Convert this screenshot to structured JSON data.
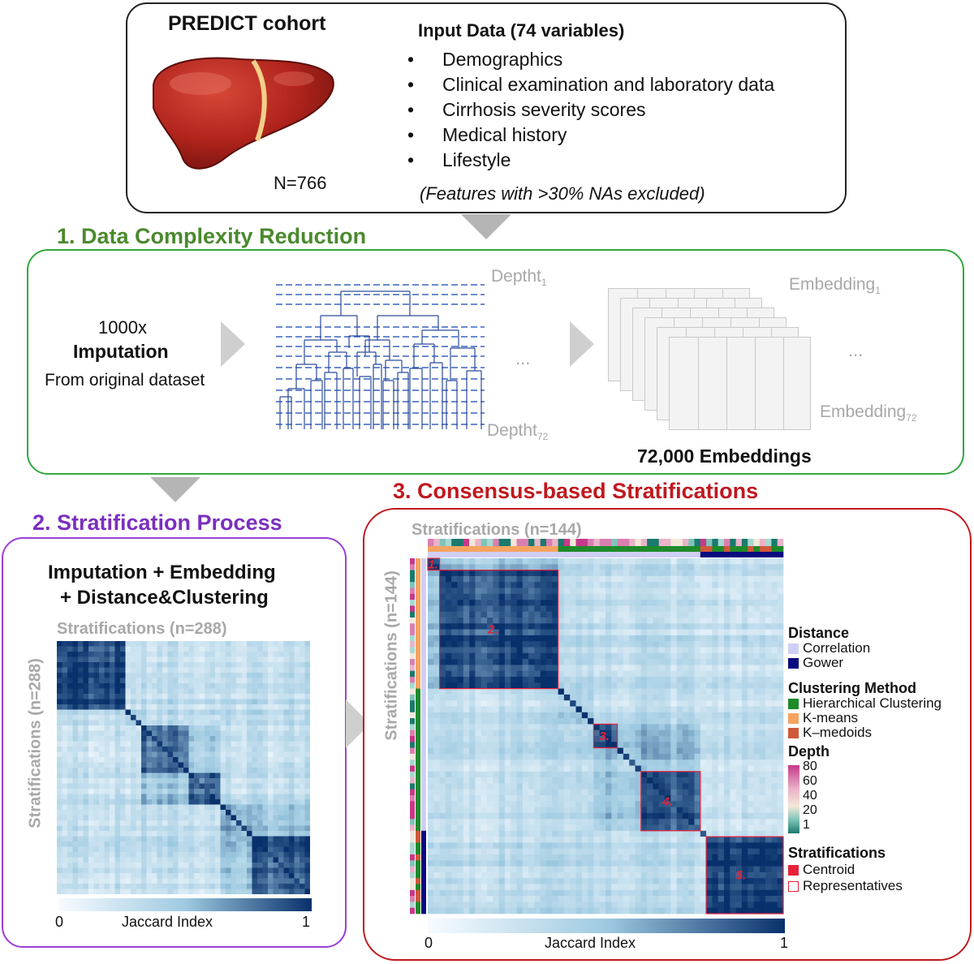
{
  "cohort": {
    "title": "PREDICT cohort",
    "n_label": "N=766",
    "input_title": "Input Data (74 variables)",
    "items": [
      "Demographics",
      "Clinical examination and laboratory data",
      "Cirrhosis severity scores",
      "Medical history",
      "Lifestyle"
    ],
    "bullet": "•",
    "note": "(Features with >30% NAs excluded)"
  },
  "step1": {
    "title": "1. Data Complexity Reduction",
    "color": "#4a8a2e",
    "imputation_count": "1000x",
    "imputation_label": "Imputation",
    "imputation_source": "From original dataset",
    "depth_first": "Deptht",
    "depth_first_sub": "1",
    "depth_last": "Deptht",
    "depth_last_sub": "72",
    "ellipsis": "...",
    "embedding_first": "Embedding",
    "embedding_first_sub": "1",
    "embedding_last": "Embedding",
    "embedding_last_sub": "72",
    "embeddings_total": "72,000 Embeddings"
  },
  "step2": {
    "title": "2. Stratification Process",
    "color": "#7b2fbe",
    "heading_line1": "Imputation + Embedding",
    "heading_line2": "+ Distance&Clustering",
    "x_label": "Stratifications (n=288)",
    "y_label": "Stratifications (n=288)",
    "scale_min": "0",
    "scale_label": "Jaccard Index",
    "scale_max": "1"
  },
  "step3": {
    "title": "3. Consensus-based Stratifications",
    "color": "#c0181e",
    "x_label": "Stratifications (n=144)",
    "y_label": "Stratifications (n=144)",
    "cluster_labels": [
      "1.",
      "2.",
      "3.",
      "4.",
      "5."
    ],
    "scale_min": "0",
    "scale_label": "Jaccard Index",
    "scale_max": "1"
  },
  "legend": {
    "distance_title": "Distance",
    "distance_items": [
      {
        "label": "Correlation",
        "color": "#cfcff5"
      },
      {
        "label": "Gower",
        "color": "#0a0a80"
      }
    ],
    "clustering_title": "Clustering Method",
    "clustering_items": [
      {
        "label": "Hierarchical Clustering",
        "color": "#1e8a2a"
      },
      {
        "label": "K-means",
        "color": "#f4a460"
      },
      {
        "label": "K–medoids",
        "color": "#d0583a"
      }
    ],
    "depth_title": "Depth",
    "depth_ticks": [
      "80",
      "60",
      "40",
      "20",
      "1"
    ],
    "strat_title": "Stratifications",
    "strat_items": [
      {
        "label": "Centroid",
        "color": "#e8203a"
      },
      {
        "label": "Representatives",
        "color": "#e8203a"
      }
    ]
  },
  "colors": {
    "heat_low": "#f7fbff",
    "heat_mid": "#9ecae1",
    "heat_high": "#08306b",
    "dendro": "#2a4a9a",
    "liver": "#b0241c"
  }
}
